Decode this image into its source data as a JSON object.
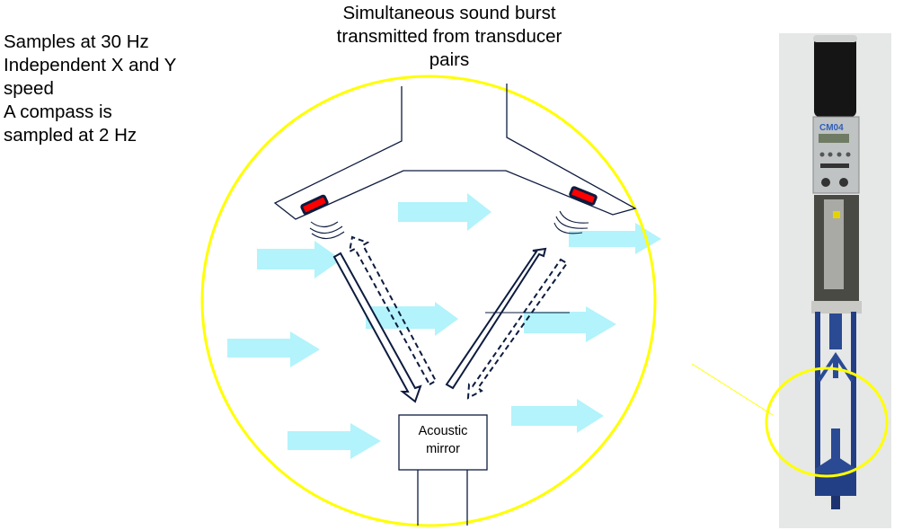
{
  "notes": {
    "lines": [
      "Samples at 30 Hz",
      "Independent X and Y",
      "speed",
      "A compass is",
      "sampled at 2 Hz"
    ]
  },
  "title": {
    "lines": [
      "Simultaneous sound burst",
      "transmitted from transducer",
      "pairs"
    ]
  },
  "mirror": {
    "lines": [
      "Acoustic",
      "mirror"
    ]
  },
  "photo": {
    "label": "CM04"
  },
  "colors": {
    "highlight": "#ffff00",
    "flow_arrow": "#b3f3fb",
    "outline": "#0d1b3e",
    "transducer": "#ff0000"
  }
}
